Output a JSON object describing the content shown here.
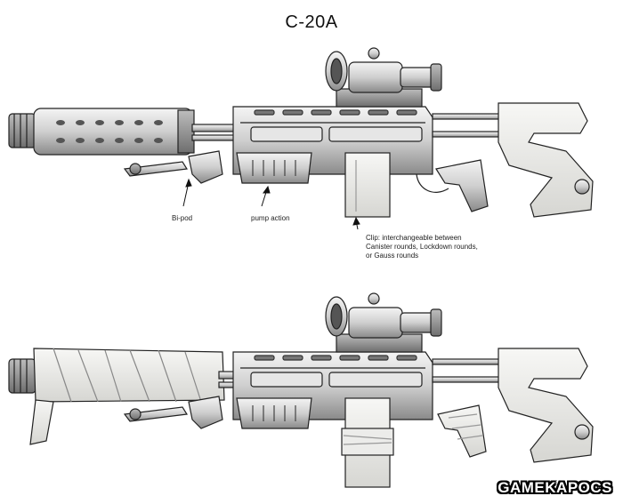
{
  "title": "C-20A",
  "annotations": {
    "bipod": "Bi-pod",
    "pump_action": "pump action",
    "clip": "Clip: interchangeable between Canister rounds, Lockdown rounds, or Gauss rounds"
  },
  "watermark": "GAMEKAPOCS"
}
